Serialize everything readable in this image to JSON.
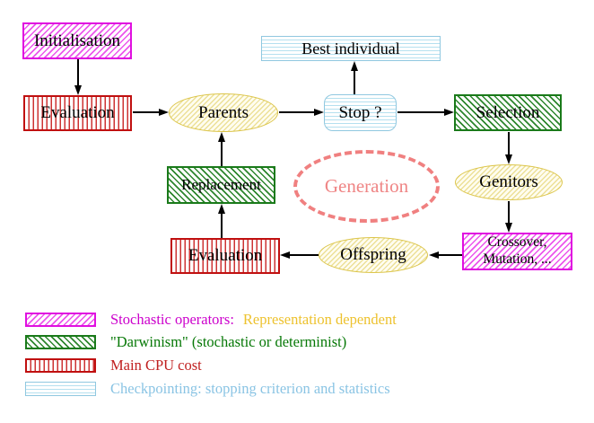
{
  "diagram": {
    "nodes": {
      "initialisation": {
        "label": "Initialisation"
      },
      "evaluation_top": {
        "label": "Evaluation"
      },
      "parents": {
        "label": "Parents"
      },
      "best_individual": {
        "label": "Best individual"
      },
      "stop": {
        "label": "Stop ?"
      },
      "selection": {
        "label": "Selection"
      },
      "replacement": {
        "label": "Replacement"
      },
      "generation": {
        "label": "Generation"
      },
      "genitors": {
        "label": "Genitors"
      },
      "crossover_mutation": {
        "line1": "Crossover,",
        "line2": "Mutation, ..."
      },
      "evaluation_bottom": {
        "label": "Evaluation"
      },
      "offspring": {
        "label": "Offspring"
      }
    },
    "legend": {
      "stochastic": {
        "label": "Stochastic operators:",
        "label2": "Representation dependent"
      },
      "darwinism": {
        "label": "\"Darwinism\" (stochastic or determinist)"
      },
      "cpu": {
        "label": "Main CPU cost"
      },
      "checkpointing": {
        "label": "Checkpointing: stopping criterion and statistics"
      }
    },
    "colors": {
      "magenta": "#e010e0",
      "green": "#1a7a1a",
      "red": "#c01010",
      "light_blue": "#90c8e0",
      "yellow": "#dcc54a",
      "coral": "#f08080",
      "legend_magenta_text": "#cc00cc",
      "legend_gold_text": "#edc22e",
      "legend_green_text": "#067806",
      "legend_red_text": "#c02020",
      "legend_blue_text": "#8ac4e4"
    }
  }
}
